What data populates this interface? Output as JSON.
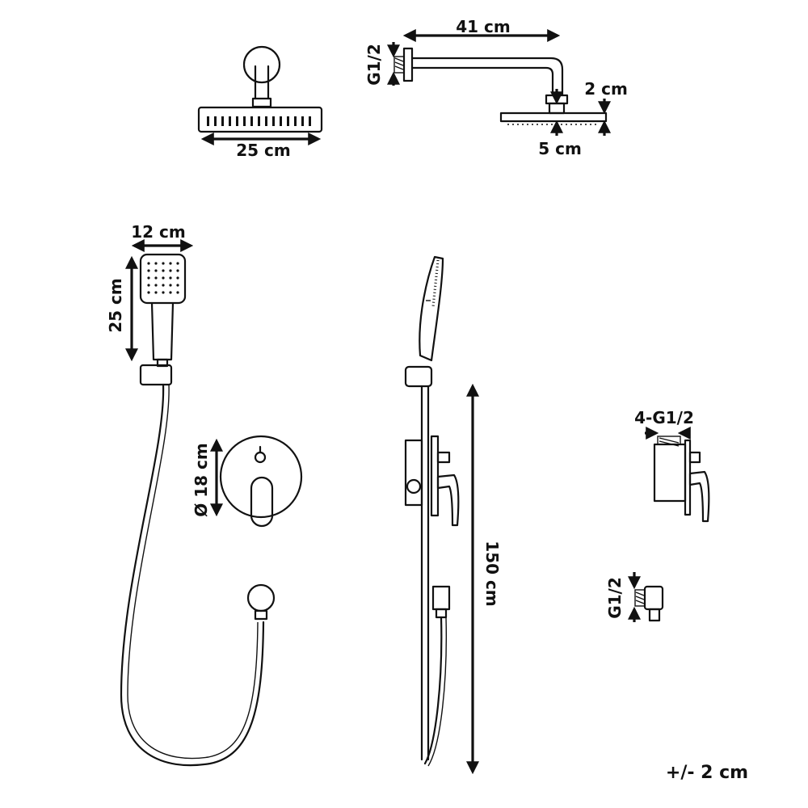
{
  "diagram": {
    "dimensions": {
      "rain_head_width": "25 cm",
      "arm_length": "41 cm",
      "arm_thread": "G1/2",
      "head_thickness": "2 cm",
      "head_neck": "5 cm",
      "hand_width": "12 cm",
      "hand_length": "25 cm",
      "plate_diameter": "Ø 18 cm",
      "rail_height": "150 cm",
      "valve_ports": "4-G1/2",
      "elbow_thread": "G1/2"
    },
    "tolerance": "+/- 2 cm"
  }
}
